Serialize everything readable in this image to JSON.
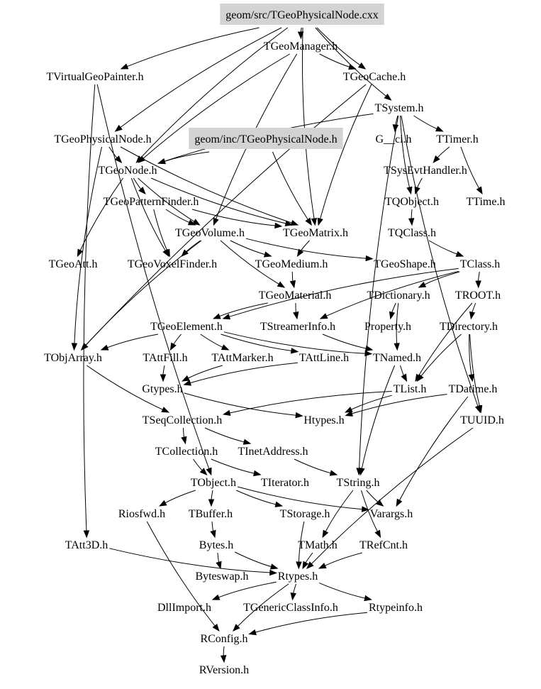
{
  "graph": {
    "title": "geom/src/TGeoPhysicalNode.cxx include dependency graph",
    "highlight_color": "#d3d3d3",
    "edge_color": "#000000",
    "nodes": [
      {
        "id": "src",
        "label": "geom/src/TGeoPhysicalNode.cxx",
        "highlighted": true
      },
      {
        "id": "TGeoManager",
        "label": "TGeoManager.h"
      },
      {
        "id": "TVirtualGeoPainter",
        "label": "TVirtualGeoPainter.h"
      },
      {
        "id": "TGeoCache",
        "label": "TGeoCache.h"
      },
      {
        "id": "TSystem",
        "label": "TSystem.h"
      },
      {
        "id": "TGeoPhysicalNodeH",
        "label": "TGeoPhysicalNode.h"
      },
      {
        "id": "inc",
        "label": "geom/inc/TGeoPhysicalNode.h",
        "highlighted": true
      },
      {
        "id": "G__ci",
        "label": "G__ci.h"
      },
      {
        "id": "TTimer",
        "label": "TTimer.h"
      },
      {
        "id": "TGeoNode",
        "label": "TGeoNode.h"
      },
      {
        "id": "TSysEvtHandler",
        "label": "TSysEvtHandler.h"
      },
      {
        "id": "TGeoPatternFinder",
        "label": "TGeoPatternFinder.h"
      },
      {
        "id": "TQObject",
        "label": "TQObject.h"
      },
      {
        "id": "TTime",
        "label": "TTime.h"
      },
      {
        "id": "TGeoVolume",
        "label": "TGeoVolume.h"
      },
      {
        "id": "TGeoMatrix",
        "label": "TGeoMatrix.h"
      },
      {
        "id": "TQClass",
        "label": "TQClass.h"
      },
      {
        "id": "TGeoAtt",
        "label": "TGeoAtt.h"
      },
      {
        "id": "TGeoVoxelFinder",
        "label": "TGeoVoxelFinder.h"
      },
      {
        "id": "TGeoMedium",
        "label": "TGeoMedium.h"
      },
      {
        "id": "TGeoShape",
        "label": "TGeoShape.h"
      },
      {
        "id": "TClass",
        "label": "TClass.h"
      },
      {
        "id": "TGeoMaterial",
        "label": "TGeoMaterial.h"
      },
      {
        "id": "TDictionary",
        "label": "TDictionary.h"
      },
      {
        "id": "TROOT",
        "label": "TROOT.h"
      },
      {
        "id": "TGeoElement",
        "label": "TGeoElement.h"
      },
      {
        "id": "TStreamerInfo",
        "label": "TStreamerInfo.h"
      },
      {
        "id": "Property",
        "label": "Property.h"
      },
      {
        "id": "TDirectory",
        "label": "TDirectory.h"
      },
      {
        "id": "TObjArray",
        "label": "TObjArray.h"
      },
      {
        "id": "TAttFill",
        "label": "TAttFill.h"
      },
      {
        "id": "TAttMarker",
        "label": "TAttMarker.h"
      },
      {
        "id": "TAttLine",
        "label": "TAttLine.h"
      },
      {
        "id": "TNamed",
        "label": "TNamed.h"
      },
      {
        "id": "Gtypes",
        "label": "Gtypes.h"
      },
      {
        "id": "TList",
        "label": "TList.h"
      },
      {
        "id": "TDatime",
        "label": "TDatime.h"
      },
      {
        "id": "TSeqCollection",
        "label": "TSeqCollection.h"
      },
      {
        "id": "Htypes",
        "label": "Htypes.h"
      },
      {
        "id": "TUUID",
        "label": "TUUID.h"
      },
      {
        "id": "TCollection",
        "label": "TCollection.h"
      },
      {
        "id": "TInetAddress",
        "label": "TInetAddress.h"
      },
      {
        "id": "TObject",
        "label": "TObject.h"
      },
      {
        "id": "TIterator",
        "label": "TIterator.h"
      },
      {
        "id": "TString",
        "label": "TString.h"
      },
      {
        "id": "Riosfwd",
        "label": "Riosfwd.h"
      },
      {
        "id": "TBuffer",
        "label": "TBuffer.h"
      },
      {
        "id": "TStorage",
        "label": "TStorage.h"
      },
      {
        "id": "Varargs",
        "label": "Varargs.h"
      },
      {
        "id": "TAtt3D",
        "label": "TAtt3D.h"
      },
      {
        "id": "Bytes",
        "label": "Bytes.h"
      },
      {
        "id": "TMath",
        "label": "TMath.h"
      },
      {
        "id": "TRefCnt",
        "label": "TRefCnt.h"
      },
      {
        "id": "Byteswap",
        "label": "Byteswap.h"
      },
      {
        "id": "Rtypes",
        "label": "Rtypes.h"
      },
      {
        "id": "DllImport",
        "label": "DllImport.h"
      },
      {
        "id": "TGenericClassInfo",
        "label": "TGenericClassInfo.h"
      },
      {
        "id": "Rtypeinfo",
        "label": "Rtypeinfo.h"
      },
      {
        "id": "RConfig",
        "label": "RConfig.h"
      },
      {
        "id": "RVersion",
        "label": "RVersion.h"
      }
    ],
    "edges": [
      [
        "src",
        "TGeoManager"
      ],
      [
        "src",
        "TVirtualGeoPainter"
      ],
      [
        "src",
        "TGeoCache"
      ],
      [
        "src",
        "TGeoPhysicalNodeH"
      ],
      [
        "src",
        "TSystem"
      ],
      [
        "src",
        "TGeoNode"
      ],
      [
        "src",
        "TGeoMatrix"
      ],
      [
        "TGeoManager",
        "TGeoCache"
      ],
      [
        "TGeoManager",
        "TGeoNode"
      ],
      [
        "TGeoManager",
        "TGeoVolume"
      ],
      [
        "TVirtualGeoPainter",
        "TObject"
      ],
      [
        "TVirtualGeoPainter",
        "TAtt3D"
      ],
      [
        "TGeoCache",
        "TGeoMatrix"
      ],
      [
        "TGeoCache",
        "TObjArray"
      ],
      [
        "TSystem",
        "G__ci"
      ],
      [
        "TSystem",
        "TTimer"
      ],
      [
        "TSystem",
        "TGeoNode"
      ],
      [
        "TSystem",
        "TQObject"
      ],
      [
        "TSystem",
        "TString"
      ],
      [
        "TSystem",
        "TUUID"
      ],
      [
        "TGeoPhysicalNodeH",
        "TGeoNode"
      ],
      [
        "TGeoPhysicalNodeH",
        "TGeoMatrix"
      ],
      [
        "TGeoPhysicalNodeH",
        "TObjArray"
      ],
      [
        "inc",
        "TGeoNode"
      ],
      [
        "inc",
        "TGeoMatrix"
      ],
      [
        "TTimer",
        "TSysEvtHandler"
      ],
      [
        "TTimer",
        "TTime"
      ],
      [
        "TSysEvtHandler",
        "TQObject"
      ],
      [
        "TGeoNode",
        "TGeoPatternFinder"
      ],
      [
        "TGeoNode",
        "TGeoVolume"
      ],
      [
        "TGeoNode",
        "TGeoAtt"
      ],
      [
        "TGeoNode",
        "TGeoVoxelFinder"
      ],
      [
        "TGeoNode",
        "TGeoMatrix"
      ],
      [
        "TGeoPatternFinder",
        "TGeoVolume"
      ],
      [
        "TGeoPatternFinder",
        "TGeoMatrix"
      ],
      [
        "TGeoPatternFinder",
        "TGeoVoxelFinder"
      ],
      [
        "TQObject",
        "TQClass"
      ],
      [
        "TQClass",
        "TClass"
      ],
      [
        "TGeoVolume",
        "TGeoVoxelFinder"
      ],
      [
        "TGeoVolume",
        "TGeoMedium"
      ],
      [
        "TGeoVolume",
        "TGeoShape"
      ],
      [
        "TGeoVolume",
        "TGeoMaterial"
      ],
      [
        "TGeoVolume",
        "TObjArray"
      ],
      [
        "TGeoMatrix",
        "TGeoMedium"
      ],
      [
        "TGeoMedium",
        "TGeoMaterial"
      ],
      [
        "TClass",
        "TDictionary"
      ],
      [
        "TClass",
        "TROOT"
      ],
      [
        "TClass",
        "TStreamerInfo"
      ],
      [
        "TClass",
        "TGeoElement"
      ],
      [
        "TGeoMaterial",
        "TGeoElement"
      ],
      [
        "TGeoMaterial",
        "TStreamerInfo"
      ],
      [
        "TDictionary",
        "Property"
      ],
      [
        "TDictionary",
        "TNamed"
      ],
      [
        "TROOT",
        "TDirectory"
      ],
      [
        "TROOT",
        "TList"
      ],
      [
        "TGeoElement",
        "TAttFill"
      ],
      [
        "TGeoElement",
        "TAttMarker"
      ],
      [
        "TGeoElement",
        "TAttLine"
      ],
      [
        "TGeoElement",
        "TObjArray"
      ],
      [
        "TGeoElement",
        "TNamed"
      ],
      [
        "TStreamerInfo",
        "TNamed"
      ],
      [
        "TDirectory",
        "TList"
      ],
      [
        "TDirectory",
        "TDatime"
      ],
      [
        "TDirectory",
        "TUUID"
      ],
      [
        "TAttFill",
        "Gtypes"
      ],
      [
        "TAttMarker",
        "Gtypes"
      ],
      [
        "TAttLine",
        "Gtypes"
      ],
      [
        "TObjArray",
        "TSeqCollection"
      ],
      [
        "TNamed",
        "TList"
      ],
      [
        "TNamed",
        "TString"
      ],
      [
        "Gtypes",
        "Htypes"
      ],
      [
        "TList",
        "TSeqCollection"
      ],
      [
        "TList",
        "Htypes"
      ],
      [
        "TDatime",
        "Htypes"
      ],
      [
        "TDatime",
        "Varargs"
      ],
      [
        "TSeqCollection",
        "TCollection"
      ],
      [
        "TSeqCollection",
        "TInetAddress"
      ],
      [
        "TCollection",
        "TObject"
      ],
      [
        "TCollection",
        "TIterator"
      ],
      [
        "TInetAddress",
        "TString"
      ],
      [
        "TObject",
        "Riosfwd"
      ],
      [
        "TObject",
        "TBuffer"
      ],
      [
        "TObject",
        "TStorage"
      ],
      [
        "TObject",
        "Varargs"
      ],
      [
        "TString",
        "TMath"
      ],
      [
        "TString",
        "TRefCnt"
      ],
      [
        "TString",
        "Varargs"
      ],
      [
        "TBuffer",
        "Bytes"
      ],
      [
        "TStorage",
        "Rtypes"
      ],
      [
        "TAtt3D",
        "Rtypes"
      ],
      [
        "Bytes",
        "Byteswap"
      ],
      [
        "Bytes",
        "Rtypes"
      ],
      [
        "TMath",
        "Rtypes"
      ],
      [
        "TRefCnt",
        "Rtypes"
      ],
      [
        "TUUID",
        "Rtypes"
      ],
      [
        "Riosfwd",
        "RConfig"
      ],
      [
        "Rtypes",
        "DllImport"
      ],
      [
        "Rtypes",
        "TGenericClassInfo"
      ],
      [
        "Rtypes",
        "Rtypeinfo"
      ],
      [
        "Rtypes",
        "RConfig"
      ],
      [
        "Rtypeinfo",
        "RConfig"
      ],
      [
        "RConfig",
        "RVersion"
      ]
    ]
  }
}
